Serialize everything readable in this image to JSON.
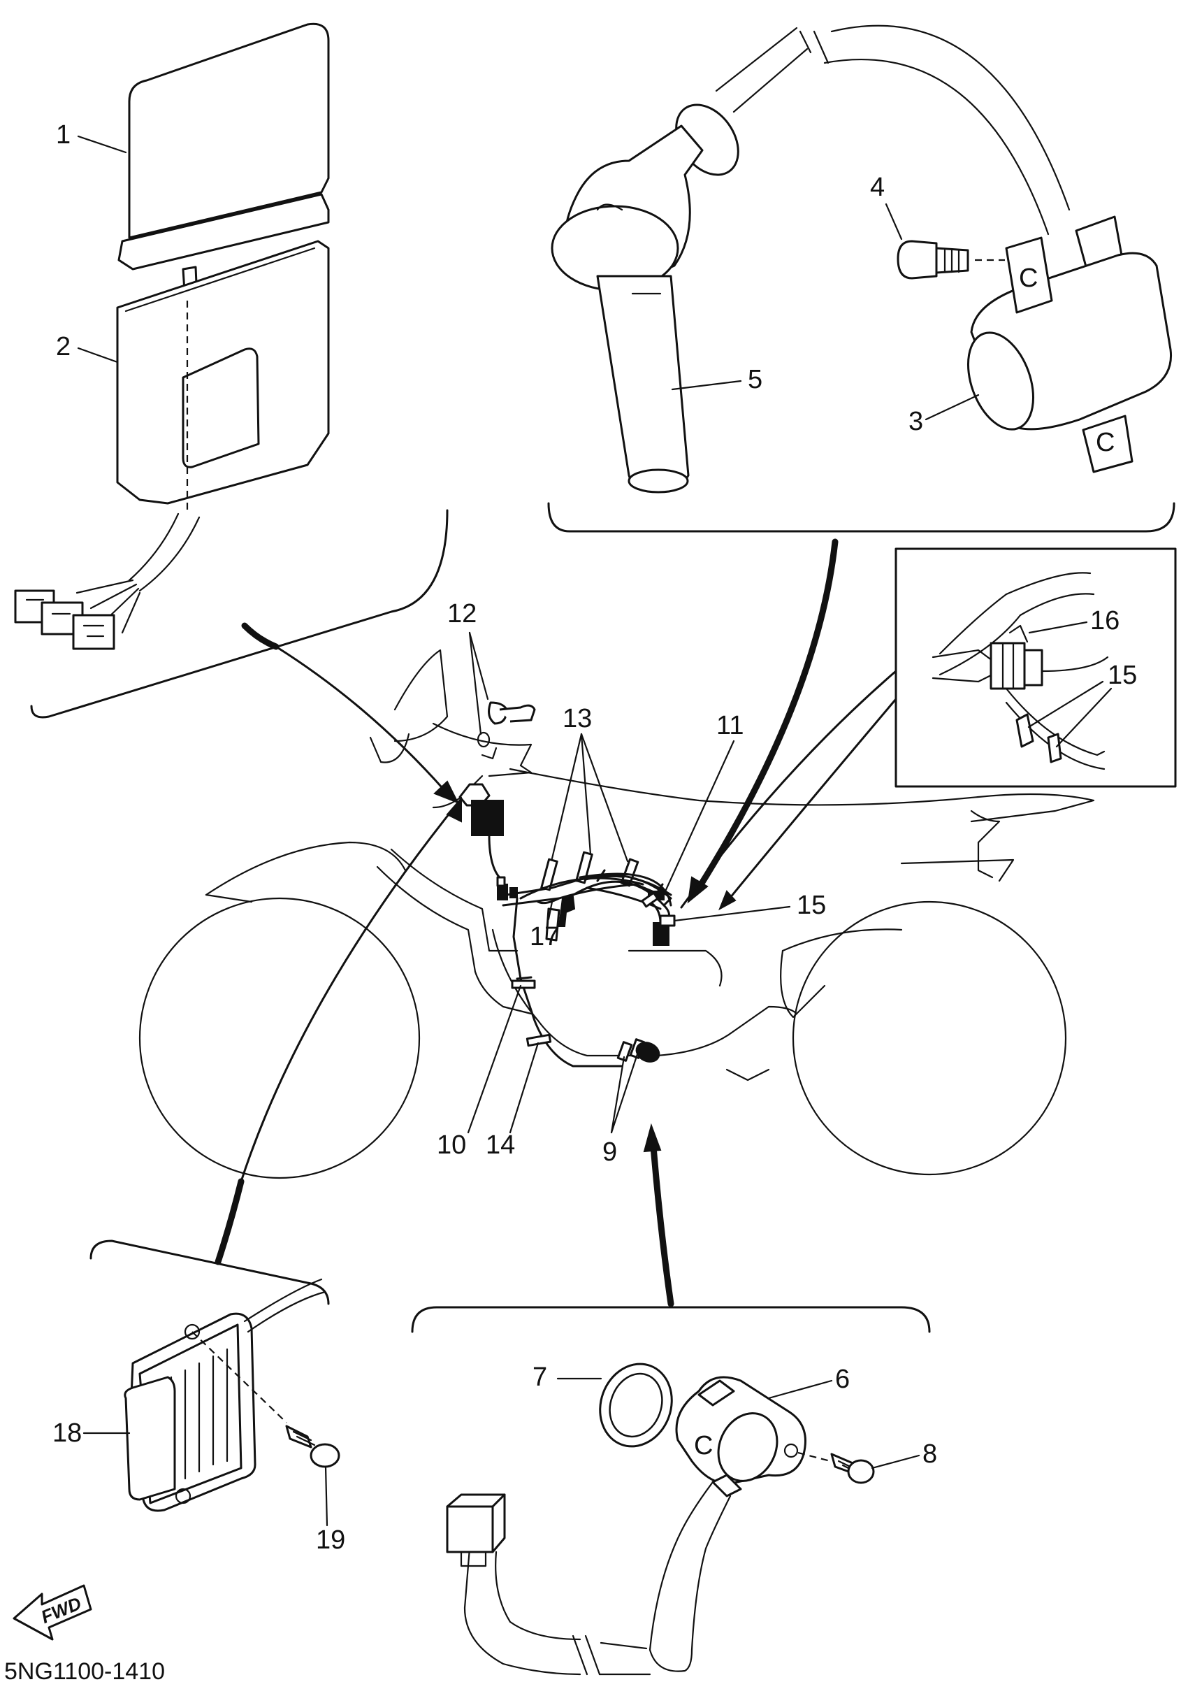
{
  "callouts": {
    "c1": "1",
    "c2": "2",
    "c3": "3",
    "c4": "4",
    "c5": "5",
    "c6": "6",
    "c7": "7",
    "c8": "8",
    "c9": "9",
    "c10": "10",
    "c11": "11",
    "c12": "12",
    "c13": "13",
    "c14": "14",
    "c15": "15",
    "c15b": "15",
    "c16": "16",
    "c17": "17",
    "c18": "18",
    "c19": "19"
  },
  "letters": {
    "coil_upper": "C",
    "coil_lower": "C",
    "sensor": "C"
  },
  "fwd_label": "FWD",
  "part_number": "5NG1100-1410"
}
